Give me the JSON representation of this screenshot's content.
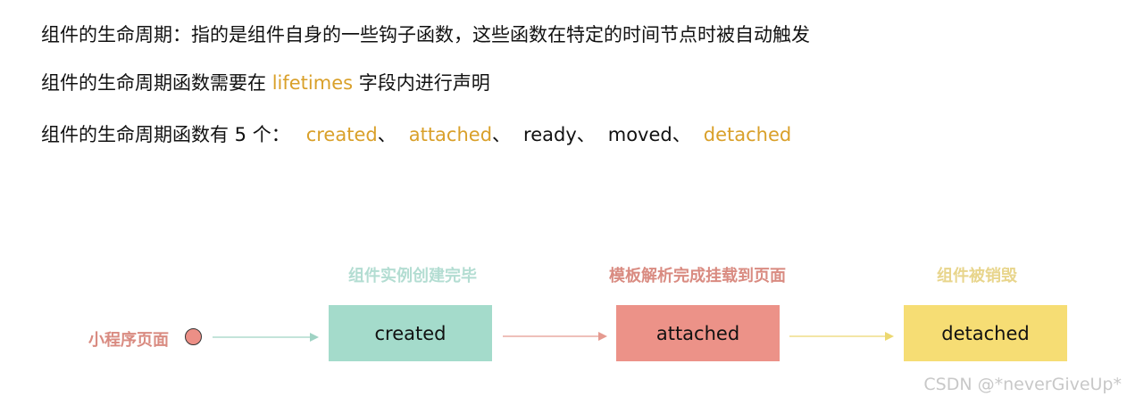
{
  "text_lines": {
    "line1": "组件的生命周期：指的是组件自身的一些钩子函数，这些函数在特定的时间节点时被自动触发",
    "line2": {
      "before": "组件的生命周期函数需要在",
      "highlight": "lifetimes",
      "after": "字段内进行声明"
    },
    "line3": {
      "prefix": "组件的生命周期函数有 5 个：",
      "items": [
        {
          "text": "created",
          "sep": "、"
        },
        {
          "text": "attached",
          "sep": "、"
        },
        {
          "text": "ready",
          "sep": "、"
        },
        {
          "text": "moved",
          "sep": "、"
        },
        {
          "text": "detached",
          "sep": ""
        }
      ]
    }
  },
  "diagram": {
    "start_label": "小程序页面",
    "stages": [
      {
        "title": "组件实例创建完毕",
        "label": "created"
      },
      {
        "title": "模板解析完成挂载到页面",
        "label": "attached"
      },
      {
        "title": "组件被销毁",
        "label": "detached"
      }
    ]
  },
  "watermark": "CSDN @*neverGiveUp*",
  "colors": {
    "highlight": "#d9a02a",
    "created_box": "#a4dbcb",
    "created_title": "#b3ddd2",
    "attached_box": "#ec9288",
    "attached_title": "#d98b81",
    "detached_box": "#f6dd74",
    "detached_title": "#e8d58c",
    "start_label": "#d98b81",
    "start_dot": "#ec8f86"
  }
}
